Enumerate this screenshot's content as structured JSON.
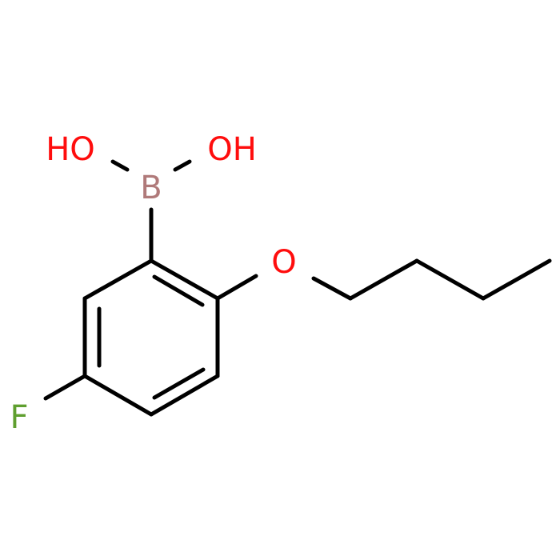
{
  "molecule": {
    "atoms": {
      "hydroxyl_left": {
        "label": "HO",
        "color": "#ff0d0d"
      },
      "hydroxyl_right": {
        "label": "OH",
        "color": "#ff0d0d"
      },
      "boron": {
        "label": "B",
        "color": "#b07a7a"
      },
      "ether_oxygen": {
        "label": "O",
        "color": "#ff0d0d"
      },
      "fluorine": {
        "label": "F",
        "color": "#5f9f2f"
      }
    },
    "bond_color": "#000000"
  }
}
